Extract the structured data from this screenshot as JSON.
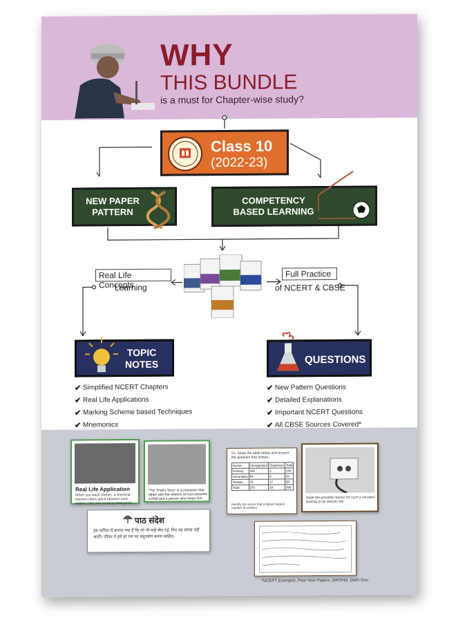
{
  "header": {
    "title_line1": "WHY",
    "title_line2": "THIS BUNDLE",
    "subtitle": "is a must for Chapter-wise study?"
  },
  "class_box": {
    "title": "Class 10",
    "year": "(2022-23)"
  },
  "green_boxes": [
    {
      "line1": "NEW PAPER",
      "line2": "PATTERN"
    },
    {
      "line1": "COMPETENCY",
      "line2": "BASED LEARNING"
    }
  ],
  "side_labels": {
    "left_box": "Real Life Concepts",
    "left_under": "Learning",
    "right_box": "Full Practice",
    "right_under": "of NCERT & CBSE"
  },
  "topic_notes": {
    "line1": "TOPIC",
    "line2": "NOTES",
    "items": [
      "Simplified NCERT Chapters",
      "Real Life Applications",
      "Marking Scheme based Techniques",
      "Mnemonics"
    ]
  },
  "questions": {
    "title": "QUESTIONS",
    "items": [
      "New Pattern Questions",
      "Detailed Explanations",
      "Important NCERT Questions",
      "All CBSE Sources Covered*"
    ]
  },
  "samples": {
    "real_life_caption": "Real Life Application",
    "real_life_text": "When you wash clothes, a chemical reaction takes place between your clothes (dirt) and washing detergents.",
    "story_text": "'The Thief's Story' is a character that deals with the relation of trust between a thief and a person who helps him.",
    "table_question": "53. Study the table below and answer the question that follows.",
    "table_head": [
      "Sector",
      "Unorganised",
      "Organised",
      "Total"
    ],
    "table_rows": [
      [
        "Primary",
        "240",
        "3",
        "243"
      ],
      [
        "Secondary",
        "54",
        "9",
        "63"
      ],
      [
        "Tertiary",
        "76",
        "17",
        "93"
      ],
      [
        "Total",
        "370",
        "29",
        "399"
      ]
    ],
    "table_footer": "Identify the sector that employs largest number of workers.",
    "electric_text": "State the possible reason for such a situation leading to an electric fire.",
    "hindi_title": "पाठ संदेश",
    "hindi_text": "इस कविता में बताया गया है कि जो भी घड़ी बीत गई, फिर वह वापस नहीं आती। जीवन में हमें हर पल का सदुपयोग करना चाहिए।"
  },
  "source_note": "*NCERT Exemplar, Past Year Papers, DIKSHA, Delhi Gov."
}
